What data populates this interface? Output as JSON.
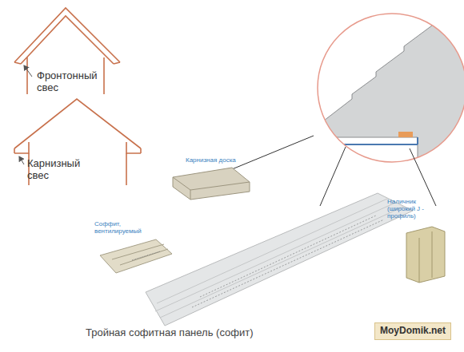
{
  "diagram": {
    "caption": "Тройная софитная панель (софит)",
    "labels": [
      "Фронтонный свес",
      "Карнизный свес",
      "Карнизная доска",
      "Соффит, вентилируемый",
      "Наличник (широкий J - профиль)",
      "MoyDomik.net"
    ]
  }
}
